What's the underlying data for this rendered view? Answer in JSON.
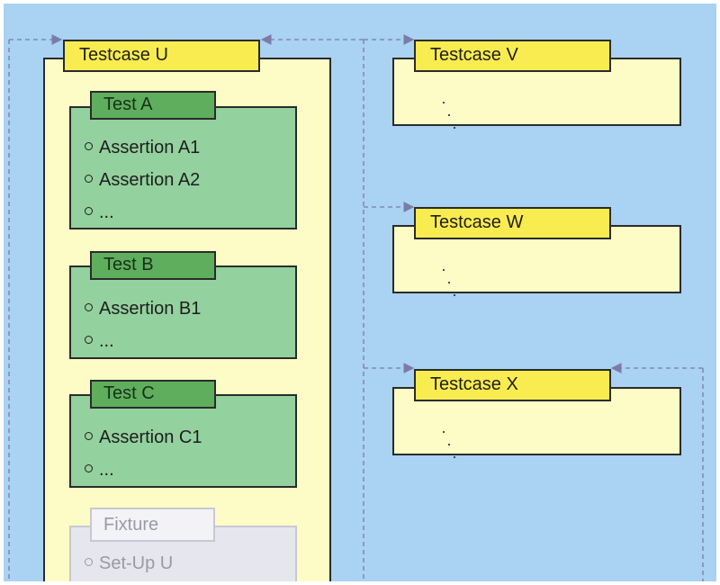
{
  "testcases": {
    "u": {
      "label": "Testcase U"
    },
    "v": {
      "label": "Testcase V"
    },
    "w": {
      "label": "Testcase W"
    },
    "x": {
      "label": "Testcase X"
    }
  },
  "tests": {
    "a": {
      "label": "Test A",
      "items": [
        "Assertion A1",
        "Assertion A2",
        "..."
      ]
    },
    "b": {
      "label": "Test B",
      "items": [
        "Assertion B1",
        "..."
      ]
    },
    "c": {
      "label": "Test C",
      "items": [
        "Assertion C1",
        "..."
      ]
    }
  },
  "fixture": {
    "label": "Fixture",
    "items": [
      "Set-Up U"
    ]
  },
  "ellipsis_icon": "diagonal-ellipsis",
  "colors": {
    "background": "#a9d2f3",
    "testcase_tab": "#f9ec50",
    "testcase_body": "#fdfcc6",
    "test_tab": "#5fae5d",
    "test_body": "#93d19e",
    "fixture_body": "#e6e6ee",
    "connector": "#7d7ba6"
  }
}
